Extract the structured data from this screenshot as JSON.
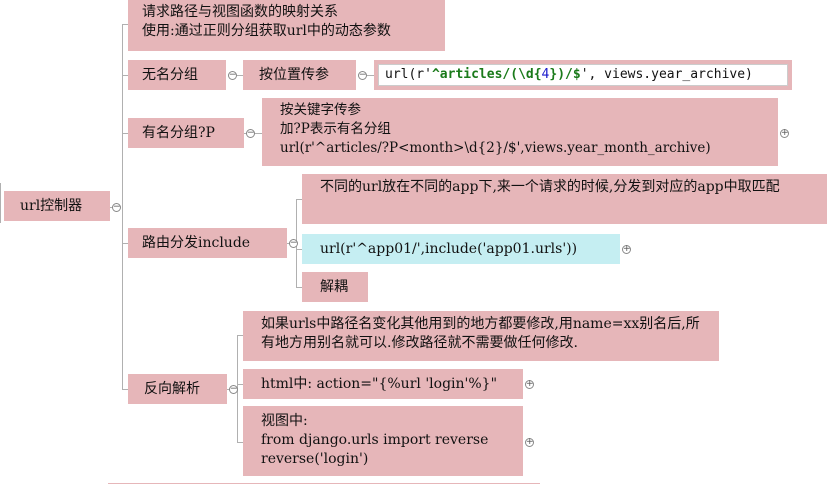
{
  "root": {
    "label": "url控制器"
  },
  "branches": {
    "intro": {
      "text": "请求路径与视图函数的映射关系\n使用:通过正则分组获取url中的动态参数"
    },
    "unnamed": {
      "label": "无名分组",
      "child": "按位置传参",
      "code": {
        "prefix": "url(r'",
        "regex_a": "^articles/(",
        "regex_b": "\\d{",
        "regex_c": "4",
        "regex_d": "})/$",
        "suffix": "', views.year_archive)"
      }
    },
    "named": {
      "label": "有名分组?P",
      "child": "按关键字传参\n加?P表示有名分组\nurl(r'^articles/?P<month>\\d{2}/$',views.year_month_archive)"
    },
    "include": {
      "label": "路由分发include",
      "children": [
        "不同的url放在不同的app下,来一个请求的时候,分发到对应的app中取匹配",
        "url(r'^app01/',include('app01.urls'))",
        "解耦"
      ]
    },
    "reverse": {
      "label": "反向解析",
      "children": [
        "如果urls中路径名变化其他用到的地方都要修改,用name=xx别名后,所有地方用别名就可以.修改路径就不需要做任何修改.",
        "html中: action=\"{%url 'login'%}\"",
        "视图中:\nfrom django.urls import reverse\nreverse('login')"
      ]
    }
  },
  "toggles": {
    "collapse": "−",
    "expand": "+"
  }
}
